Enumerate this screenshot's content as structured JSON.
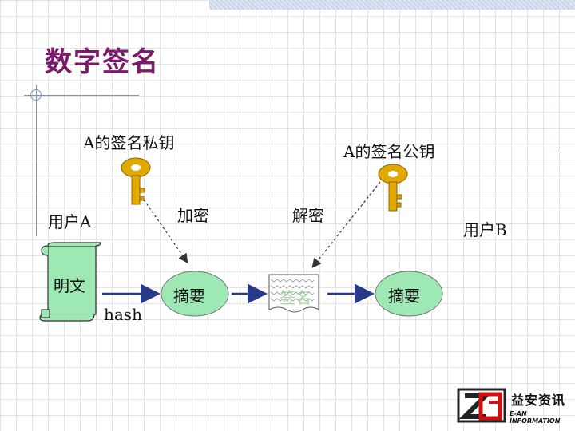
{
  "title": "数字签名",
  "labels": {
    "private_key": "A的签名私钥",
    "public_key": "A的签名公钥",
    "user_a": "用户A",
    "user_b": "用户B",
    "encrypt": "加密",
    "decrypt": "解密",
    "plaintext": "明文",
    "hash": "hash",
    "digest_1": "摘要",
    "signature": "签名",
    "digest_2": "摘要"
  },
  "logo": {
    "cn": "益安资讯",
    "en": "E-AN INFORMATION"
  },
  "colors": {
    "title": "#7b1a6a",
    "key": "#e0a800",
    "scroll": "#9ee8b4",
    "arrow": "#2a3a8a"
  }
}
